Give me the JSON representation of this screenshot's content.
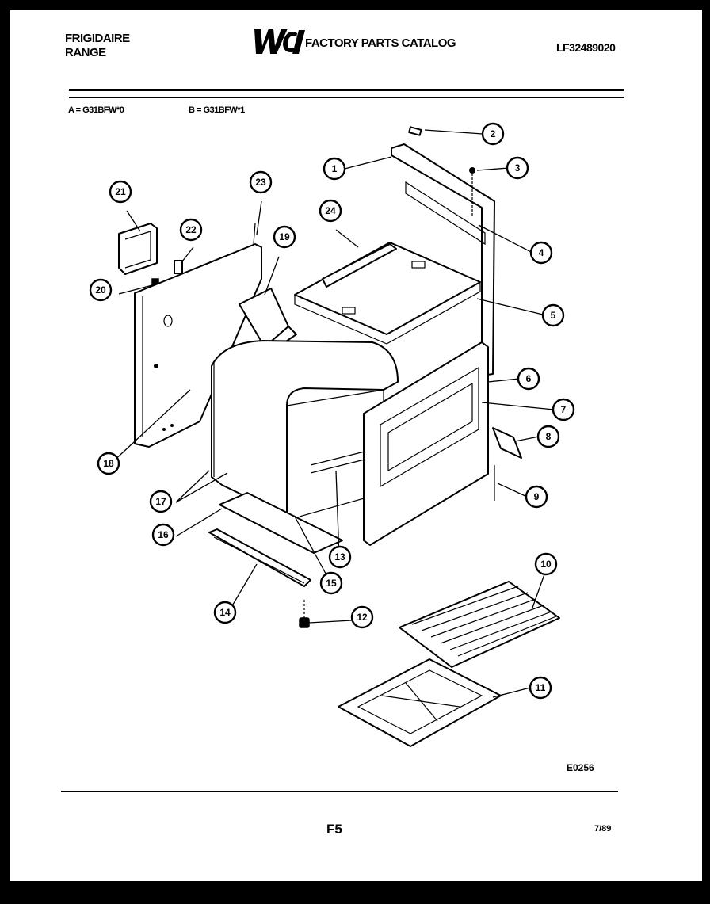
{
  "header": {
    "brand": "FRIGIDAIRE",
    "product": "RANGE",
    "catalog_title": "FACTORY PARTS CATALOG",
    "catalog_number": "LF32489020",
    "logo": "wci-logo-icon"
  },
  "models": {
    "a": "A = G31BFW*0",
    "b": "B = G31BFW*1"
  },
  "callouts": [
    "1",
    "2",
    "3",
    "4",
    "5",
    "6",
    "7",
    "8",
    "9",
    "10",
    "11",
    "12",
    "13",
    "14",
    "15",
    "16",
    "17",
    "18",
    "19",
    "20",
    "21",
    "22",
    "23",
    "24"
  ],
  "footer": {
    "drawing_code": "E0256",
    "page": "F5",
    "date": "7/89"
  }
}
